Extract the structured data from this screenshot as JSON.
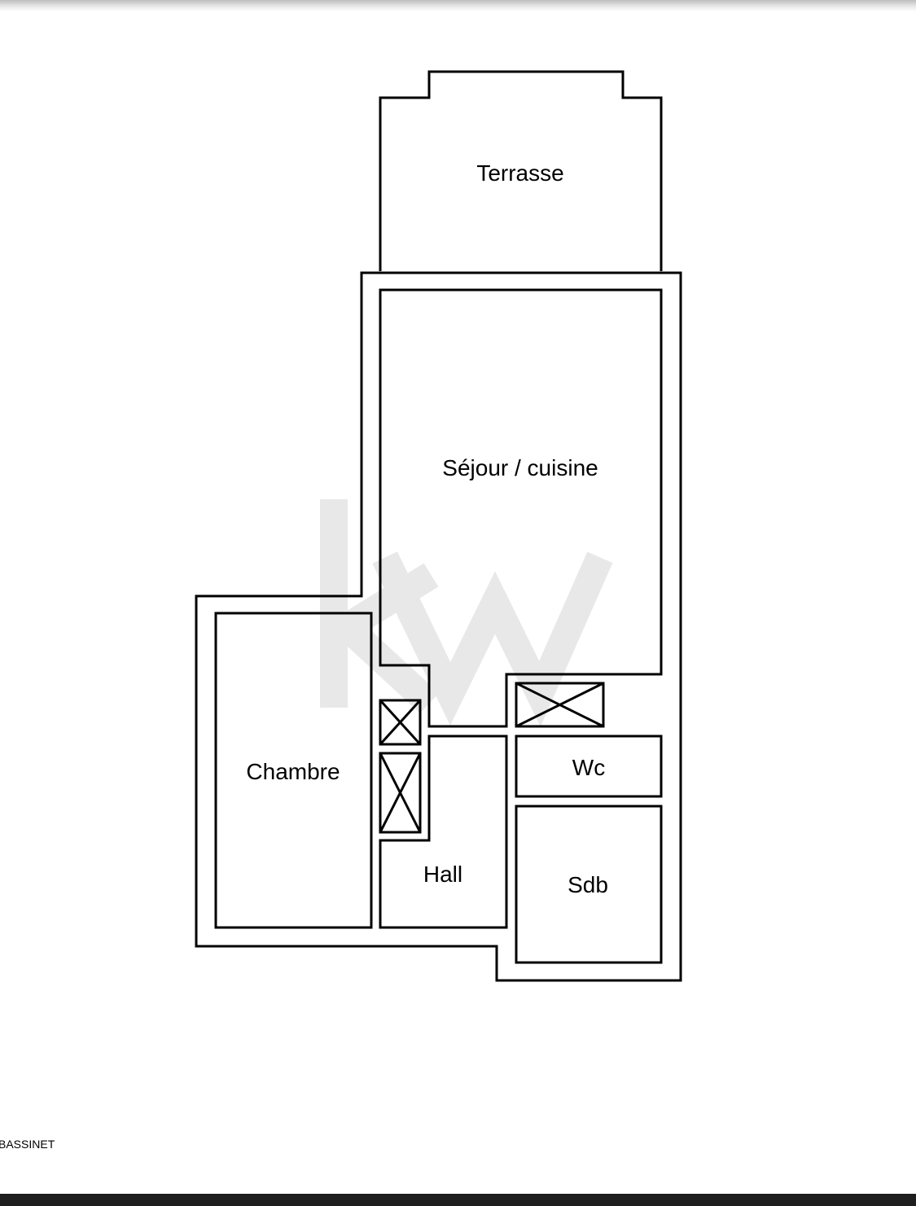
{
  "plan": {
    "rooms": {
      "terrasse": "Terrasse",
      "sejour": "Séjour / cuisine",
      "chambre": "Chambre",
      "wc": "Wc",
      "hall": "Hall",
      "sdb": "Sdb"
    },
    "watermark": "kw"
  },
  "footer": {
    "credit": "BASSINET"
  },
  "colors": {
    "wall": "#000000",
    "background": "#ffffff",
    "watermark": "#e6e6e6"
  }
}
